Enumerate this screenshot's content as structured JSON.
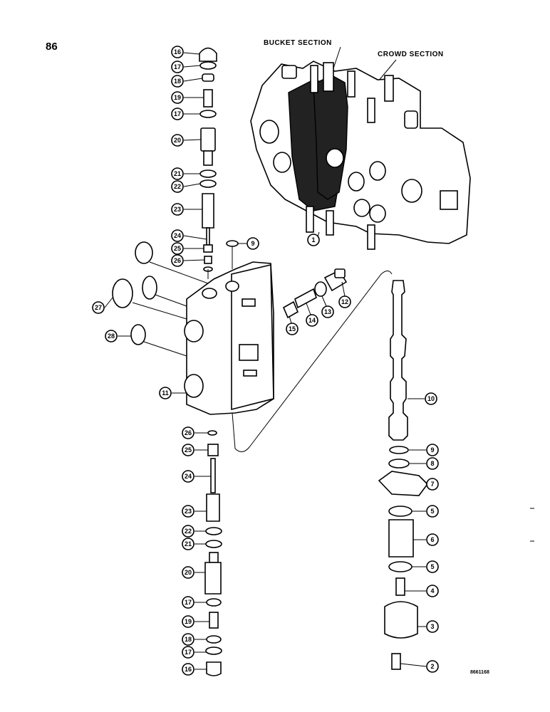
{
  "page": {
    "number": "86",
    "code": "8661168"
  },
  "labels": {
    "bucket_section": "BUCKET SECTION",
    "crowd_section": "CROWD SECTION"
  },
  "callouts": {
    "c1": "1",
    "c2": "2",
    "c3": "3",
    "c4": "4",
    "c5a": "5",
    "c5b": "5",
    "c6": "6",
    "c7": "7",
    "c8": "8",
    "c9a": "9",
    "c9b": "9",
    "c10": "10",
    "c11": "11",
    "c12": "12",
    "c13": "13",
    "c14": "14",
    "c15": "15",
    "c16a": "16",
    "c17a": "17",
    "c18a": "18",
    "c19a": "19",
    "c17b": "17",
    "c20a": "20",
    "c21a": "21",
    "c22a": "22",
    "c23a": "23",
    "c24a": "24",
    "c25a": "25",
    "c26a": "26",
    "c27": "27",
    "c28": "28",
    "c26b": "26",
    "c25b": "25",
    "c24b": "24",
    "c23b": "23",
    "c22b": "22",
    "c21b": "21",
    "c20b": "20",
    "c17c": "17",
    "c19b": "19",
    "c18b": "18",
    "c17d": "17",
    "c16b": "16"
  }
}
